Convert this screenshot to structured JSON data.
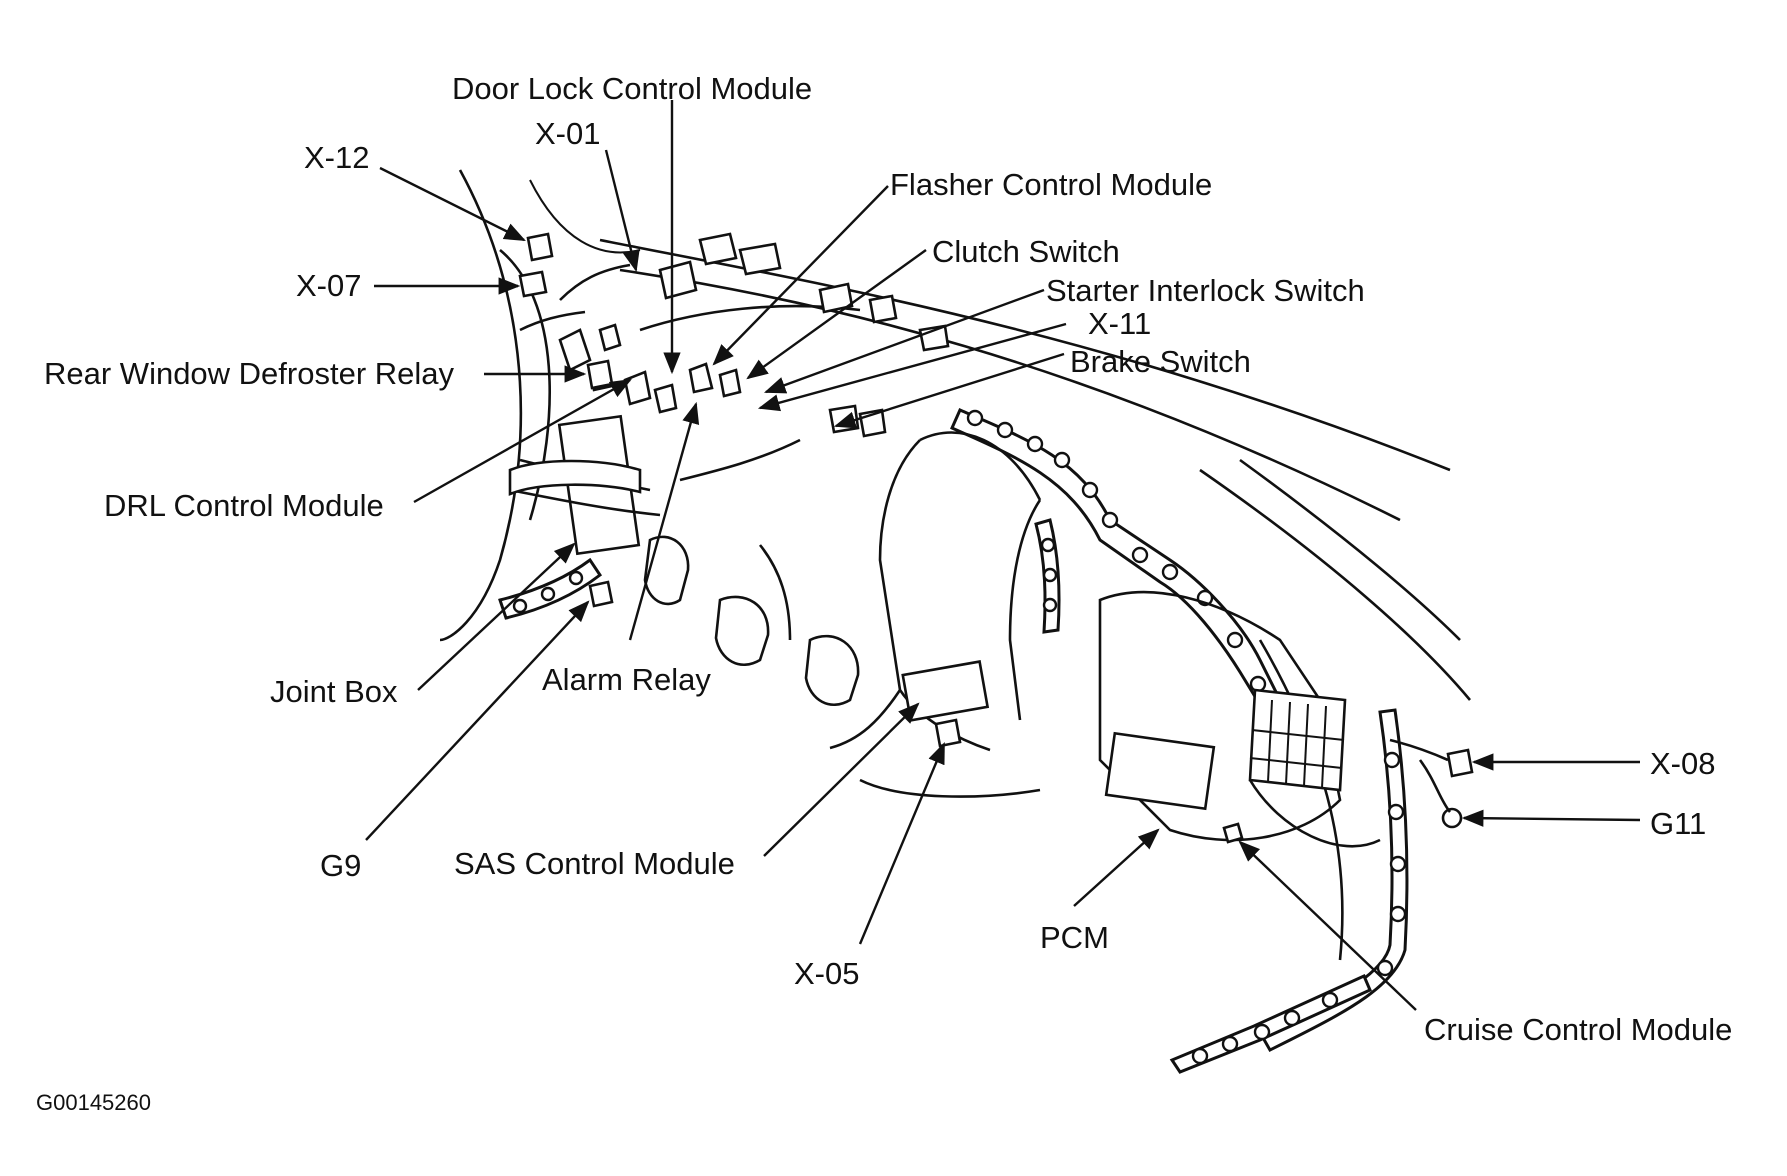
{
  "labels": {
    "door_lock_control_module": "Door Lock Control Module",
    "x01": "X-01",
    "x12": "X-12",
    "flasher_control_module": "Flasher Control Module",
    "clutch_switch": "Clutch Switch",
    "x07": "X-07",
    "starter_interlock_switch": "Starter Interlock Switch",
    "x11": "X-11",
    "brake_switch": "Brake Switch",
    "rear_window_defroster_relay": "Rear Window Defroster Relay",
    "drl_control_module": "DRL Control Module",
    "joint_box": "Joint Box",
    "alarm_relay": "Alarm Relay",
    "g9": "G9",
    "sas_control_module": "SAS Control Module",
    "x05": "X-05",
    "pcm": "PCM",
    "x08": "X-08",
    "g11": "G11",
    "cruise_control_module": "Cruise Control Module"
  },
  "figure_code": "G00145260",
  "colors": {
    "ink": "#111111",
    "background": "#ffffff"
  }
}
